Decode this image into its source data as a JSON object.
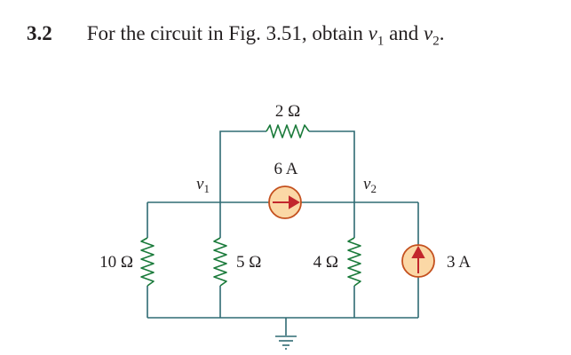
{
  "problem": {
    "number": "3.2",
    "text_prefix": "For the circuit in Fig. 3.51, obtain ",
    "var1": "v",
    "var1_sub": "1",
    "text_and": " and ",
    "var2": "v",
    "var2_sub": "2",
    "text_suffix": "."
  },
  "circuit": {
    "resistor_top": "2 Ω",
    "source_top": "6 A",
    "node1": {
      "name": "v",
      "sub": "1"
    },
    "node2": {
      "name": "v",
      "sub": "2"
    },
    "resistor_left": "10 Ω",
    "resistor_mid1": "5 Ω",
    "resistor_mid2": "4 Ω",
    "source_right": "3 A"
  },
  "colors": {
    "wire": "#2f6b73",
    "resistor": "#1a7a3a",
    "source_fill": "#fbd8a6",
    "source_stroke": "#c4501e",
    "arrow": "#c2272d"
  }
}
